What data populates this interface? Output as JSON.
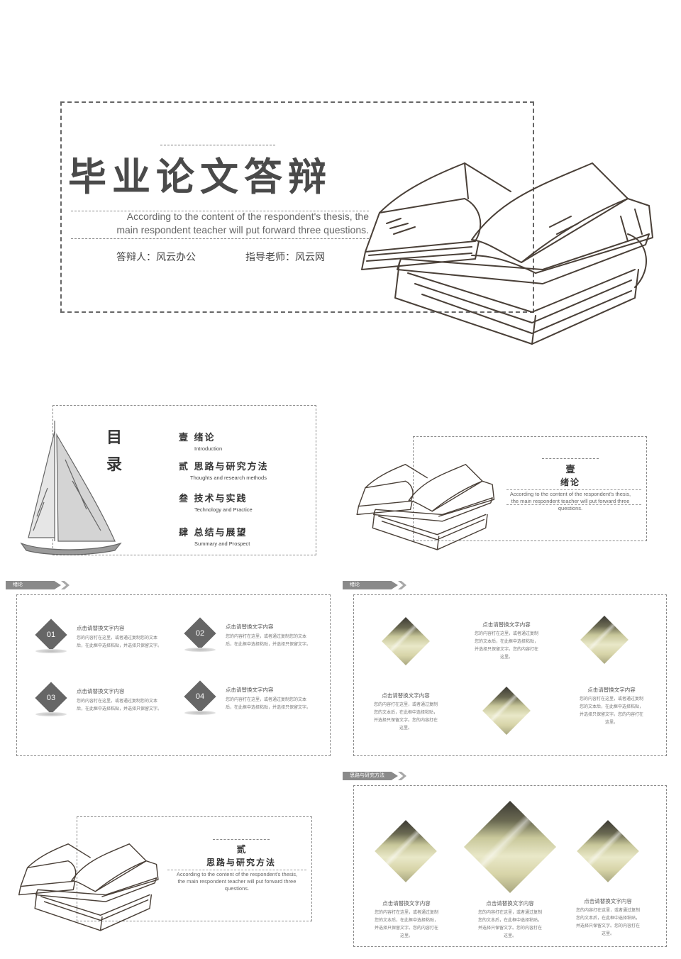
{
  "cover": {
    "title": "毕业论文答辩",
    "subtitle_line1": "According to the content of the respondent's thesis, the",
    "subtitle_line2": "main respondent teacher will put forward three questions.",
    "presenter": "答辩人：风云办公",
    "advisor": "指导老师：风云网"
  },
  "toc": {
    "title_line1": "目",
    "title_line2": "录",
    "items": [
      {
        "cn": "壹  绪论",
        "en": "Introduction"
      },
      {
        "cn": "贰  思路与研究方法",
        "en": "Thoughts and research methods"
      },
      {
        "cn": "叁  技术与实践",
        "en": "Technology and Practice"
      },
      {
        "cn": "肆  总结与展望",
        "en": "Summary and Prospect"
      }
    ]
  },
  "section1": {
    "num": "壹",
    "name": "绪论",
    "desc1": "According to the content of the respondent's thesis,",
    "desc2": "the main respondent teacher will put forward three",
    "desc3": "questions."
  },
  "section2": {
    "num": "贰",
    "name": "思路与研究方法",
    "desc1": "According to the content of the respondent's thesis,",
    "desc2": "the main respondent teacher will put forward three",
    "desc3": "questions."
  },
  "tags": {
    "intro_left": "绪论",
    "intro_right": "绪论",
    "methods": "思路与研究方法"
  },
  "cards": {
    "title": "点击请替换文字内容",
    "body1": "您的内容打在这里，或者通过复制您的文本",
    "body2": "后，在此框中选择粘贴，并选择只保留文字。",
    "nums": [
      "01",
      "02",
      "03",
      "04"
    ]
  },
  "photo_cards": {
    "title": "点击请替换文字内容",
    "l1": "您的内容打在这里，或者通过复制",
    "l2": "您的文本后，在此框中选择粘贴，",
    "l3": "并选择只保留文字。您的内容打在",
    "l4": "这里。"
  }
}
